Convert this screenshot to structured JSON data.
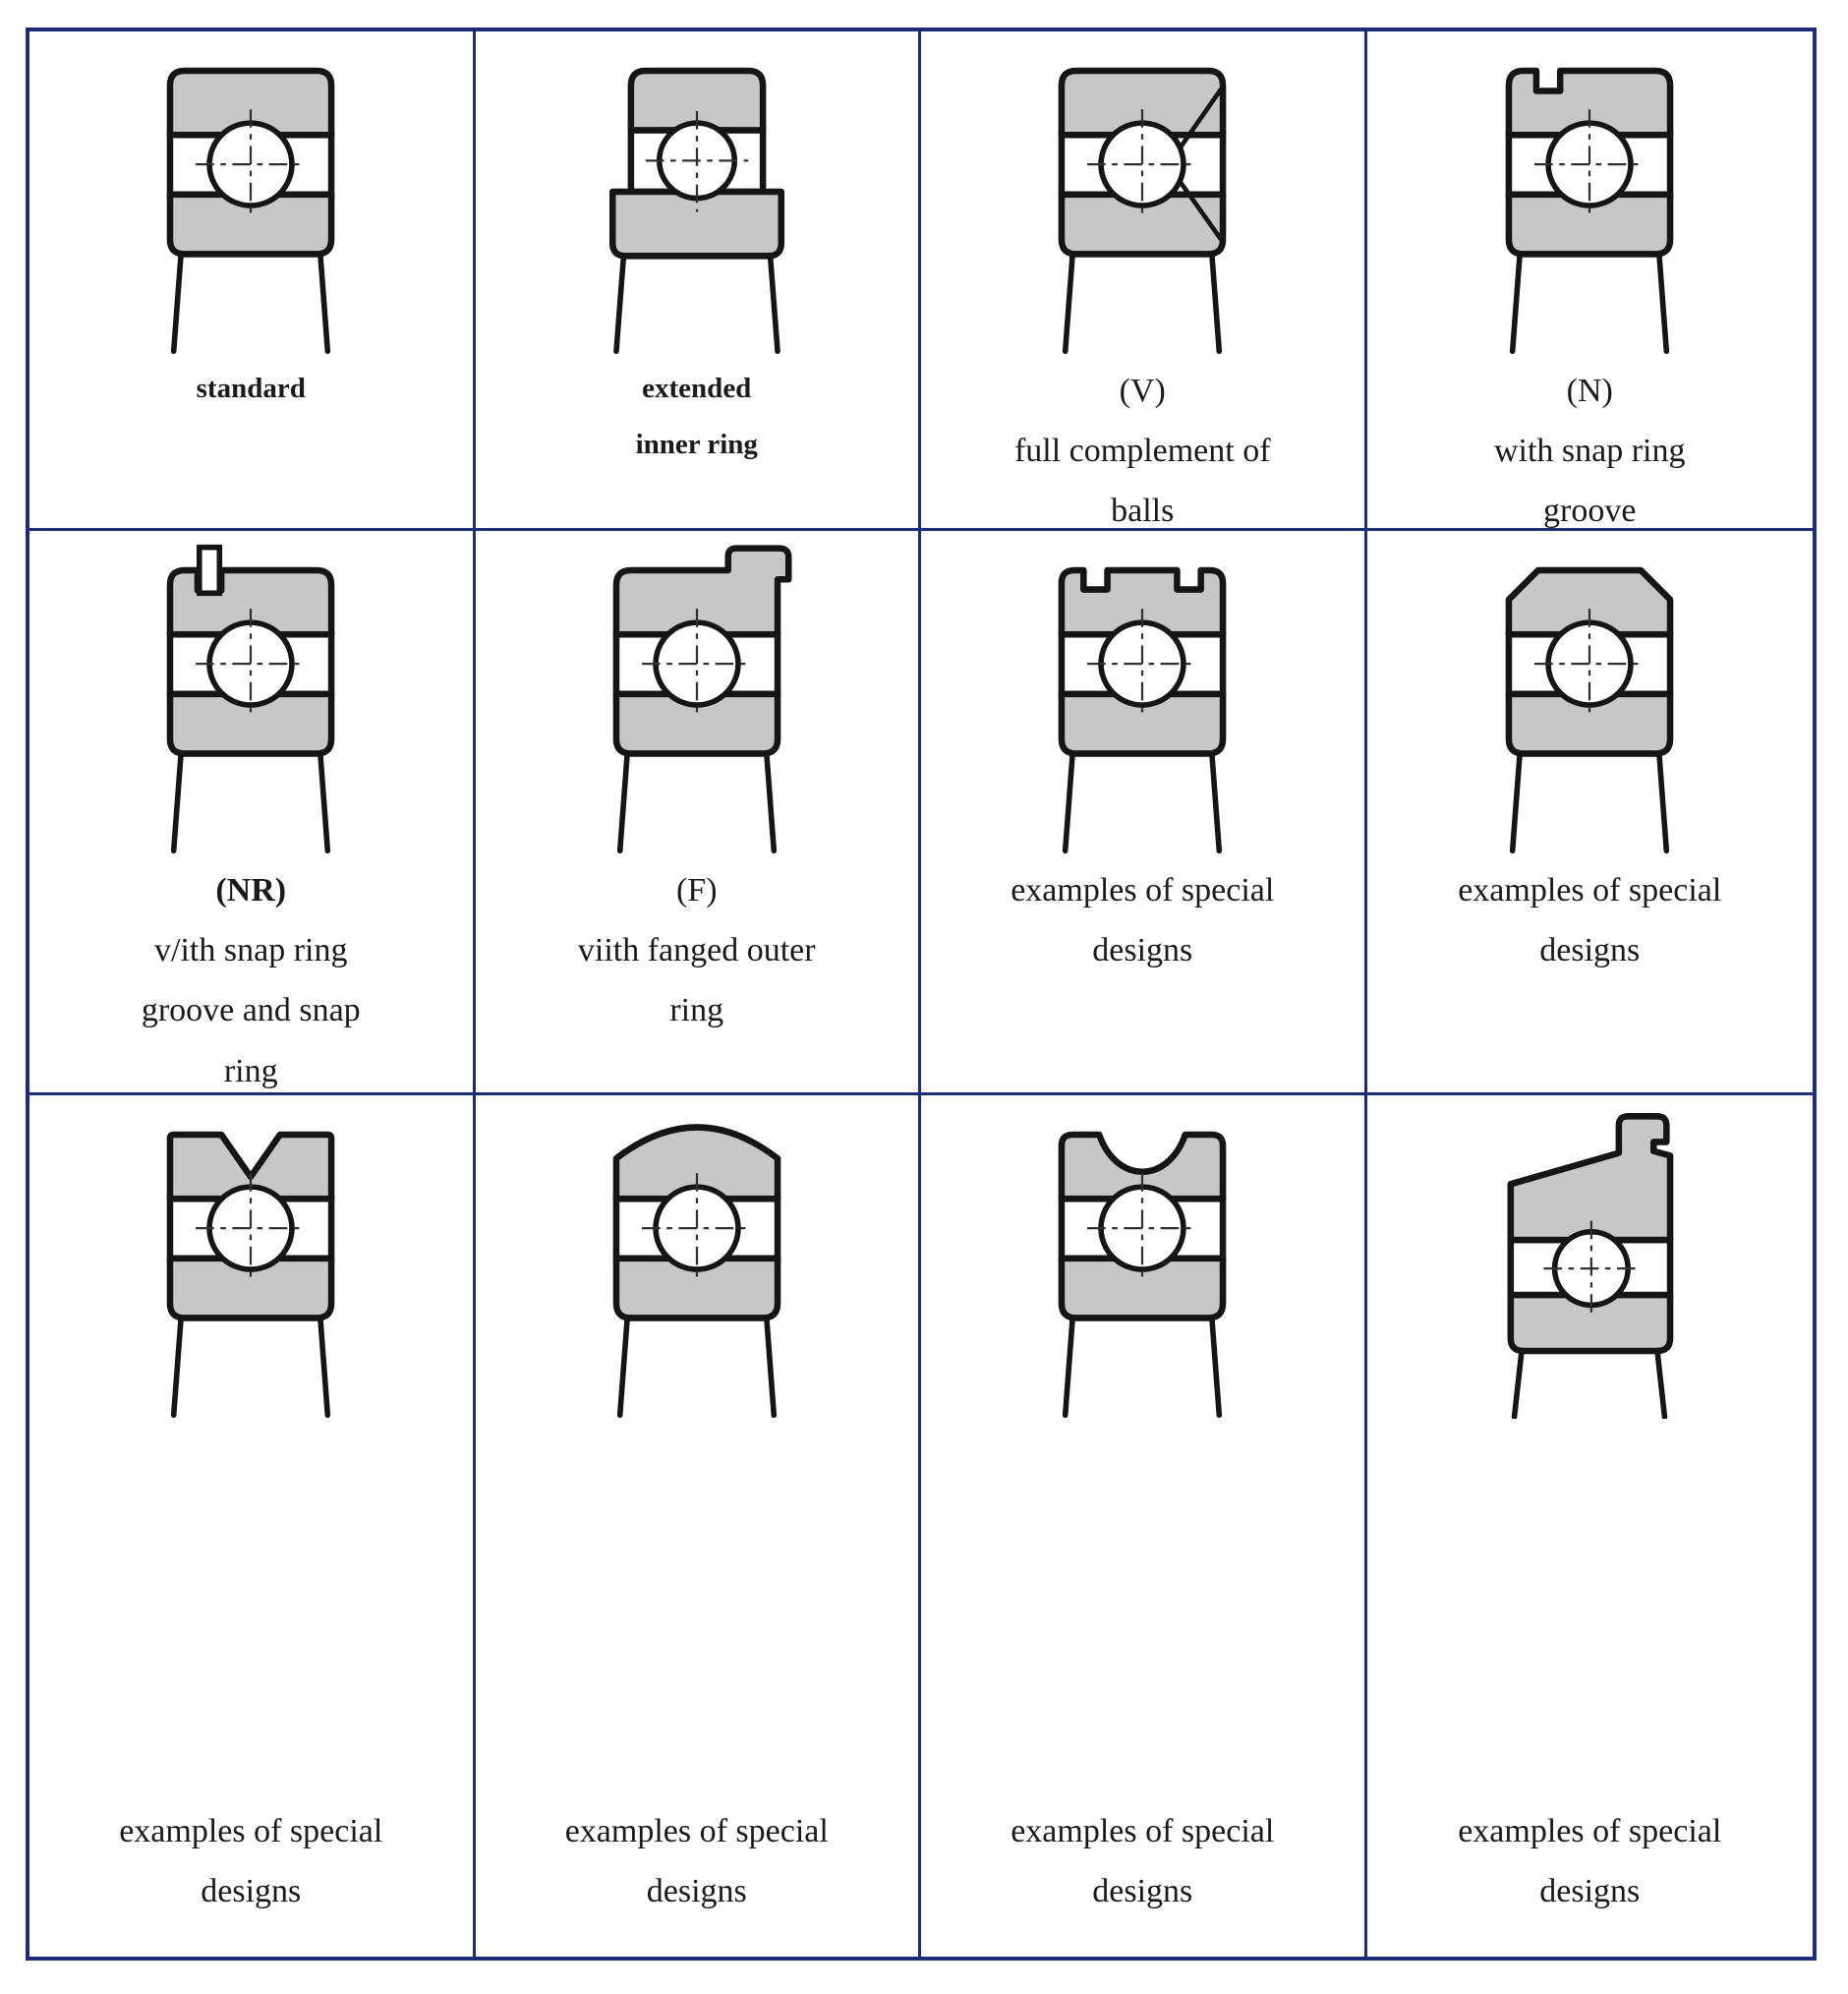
{
  "colors": {
    "frame_border": "#1c2c78",
    "diagram_fill_gray": "#c7c7c7",
    "diagram_line": "#151515",
    "background": "#ffffff"
  },
  "table_name": "deep-groove-ball-bearing-design-variants",
  "cells": [
    {
      "diagram": "standard-bearing",
      "title": "standard",
      "label": ""
    },
    {
      "diagram": "extended-inner-ring-bearing",
      "title": "extended\ninner ring",
      "label": ""
    },
    {
      "diagram": "full-complement-bearing",
      "title": "",
      "label": "(V)\nfull complement of\nballs"
    },
    {
      "diagram": "snap-ring-groove-bearing",
      "title": "",
      "label": "(N)\nwith snap ring\ngroove"
    },
    {
      "diagram": "snap-ring-bearing",
      "title": "(NR)",
      "label": "v/ith snap ring\ngroove and snap\nring"
    },
    {
      "diagram": "flanged-outer-ring-bearing",
      "title": "",
      "label": "(F)\nviith fanged outer\nring"
    },
    {
      "diagram": "special-design-top-notches-bearing",
      "title": "",
      "label": "examples of special\ndesigns"
    },
    {
      "diagram": "special-design-chamfered-bearing",
      "title": "",
      "label": "examples of special\ndesigns"
    },
    {
      "diagram": "special-design-v-groove-bearing",
      "title": "",
      "label": "examples of special\ndesigns"
    },
    {
      "diagram": "special-design-domed-bearing",
      "title": "",
      "label": "examples of special\ndesigns"
    },
    {
      "diagram": "special-design-concave-bearing",
      "title": "",
      "label": "examples of special\ndesigns"
    },
    {
      "diagram": "special-design-flanged-sloped-bearing",
      "title": "",
      "label": "examples of special\ndesigns"
    }
  ]
}
